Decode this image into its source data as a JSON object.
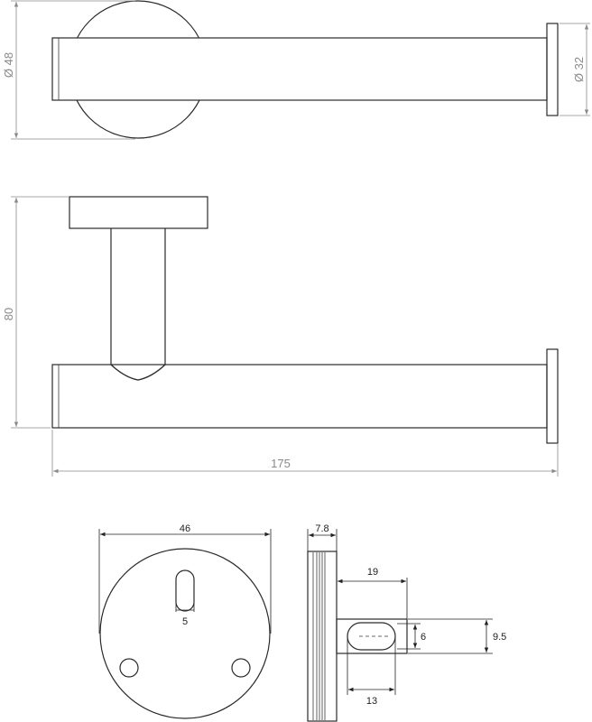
{
  "dimensions": {
    "top_view": {
      "rosette_diameter": "Ø 48",
      "end_cap_diameter": "Ø 32"
    },
    "side_view": {
      "height": "80",
      "length": "175"
    },
    "rosette_front": {
      "width": "46",
      "slot_width": "5"
    },
    "rosette_section": {
      "thickness": "7.8",
      "depth": "19",
      "slot_height": "6",
      "outer_height": "9.5",
      "slot_length": "13"
    }
  },
  "colors": {
    "outline": "#2a2a2a",
    "dimension_light": "#8a8a8a",
    "dimension_dark": "#222222"
  }
}
